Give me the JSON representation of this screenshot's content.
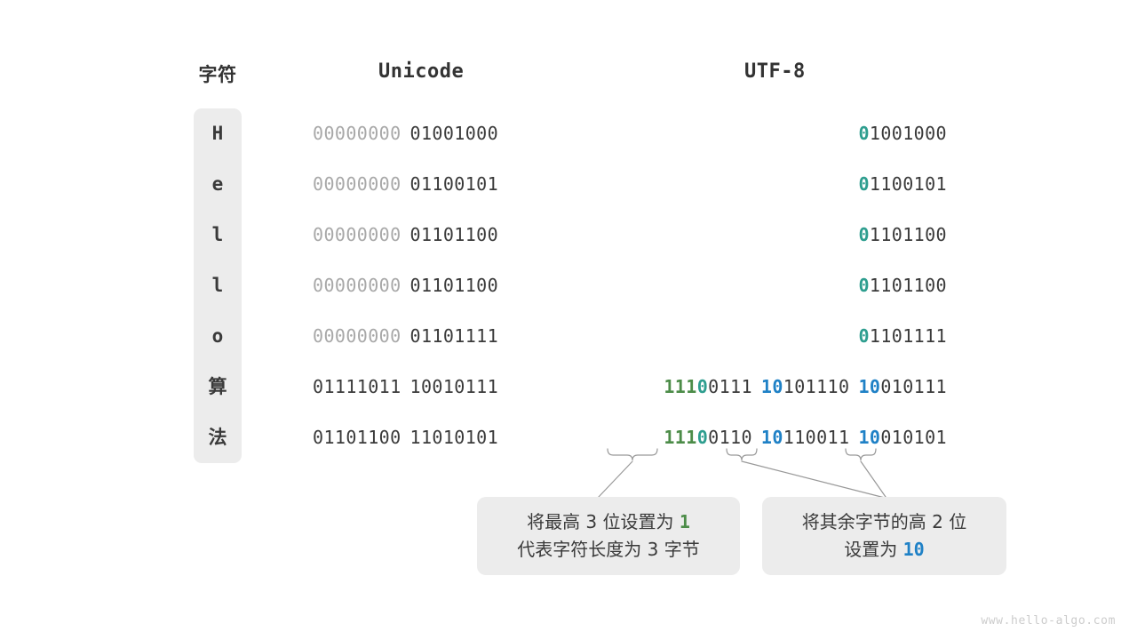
{
  "headers": {
    "character": "字符",
    "unicode": "Unicode",
    "utf8": "UTF-8"
  },
  "rows": [
    {
      "char": "H",
      "unicode_high": "00000000",
      "unicode_low": "01001000",
      "utf8": [
        {
          "prefix": "0",
          "prefix_color": "teal",
          "rest": "1001000"
        }
      ]
    },
    {
      "char": "e",
      "unicode_high": "00000000",
      "unicode_low": "01100101",
      "utf8": [
        {
          "prefix": "0",
          "prefix_color": "teal",
          "rest": "1100101"
        }
      ]
    },
    {
      "char": "l",
      "unicode_high": "00000000",
      "unicode_low": "01101100",
      "utf8": [
        {
          "prefix": "0",
          "prefix_color": "teal",
          "rest": "1101100"
        }
      ]
    },
    {
      "char": "l",
      "unicode_high": "00000000",
      "unicode_low": "01101100",
      "utf8": [
        {
          "prefix": "0",
          "prefix_color": "teal",
          "rest": "1101100"
        }
      ]
    },
    {
      "char": "o",
      "unicode_high": "00000000",
      "unicode_low": "01101111",
      "utf8": [
        {
          "prefix": "0",
          "prefix_color": "teal",
          "rest": "1101111"
        }
      ]
    },
    {
      "char": "算",
      "unicode_high": "01111011",
      "unicode_low": "10010111",
      "utf8": [
        {
          "prefix": "111",
          "prefix_color": "green",
          "prefix2": "0",
          "prefix2_color": "teal",
          "rest": "0111"
        },
        {
          "prefix": "10",
          "prefix_color": "blue",
          "rest": "101110"
        },
        {
          "prefix": "10",
          "prefix_color": "blue",
          "rest": "010111"
        }
      ]
    },
    {
      "char": "法",
      "unicode_high": "01101100",
      "unicode_low": "11010101",
      "utf8": [
        {
          "prefix": "111",
          "prefix_color": "green",
          "prefix2": "0",
          "prefix2_color": "teal",
          "rest": "0110"
        },
        {
          "prefix": "10",
          "prefix_color": "blue",
          "rest": "110011"
        },
        {
          "prefix": "10",
          "prefix_color": "blue",
          "rest": "010101"
        }
      ]
    }
  ],
  "notes": [
    {
      "line1_a": "将最高 3 位设置为 ",
      "line1_b": "1",
      "line1_b_color": "green",
      "line2_a": "代表字符长度为 3 字节",
      "line2_b": "",
      "line2_b_color": ""
    },
    {
      "line1_a": "将其余字节的高 2 位",
      "line1_b": "",
      "line1_b_color": "",
      "line2_a": "设置为 ",
      "line2_b": "10",
      "line2_b_color": "blue"
    }
  ],
  "colors": {
    "teal": "#2e9e8f",
    "green": "#4c8c48",
    "blue": "#1f81c6",
    "dim": "#a8a8a8",
    "dark": "#3a3a3a",
    "capsule": "#ececec"
  },
  "watermark": "www.hello-algo.com"
}
